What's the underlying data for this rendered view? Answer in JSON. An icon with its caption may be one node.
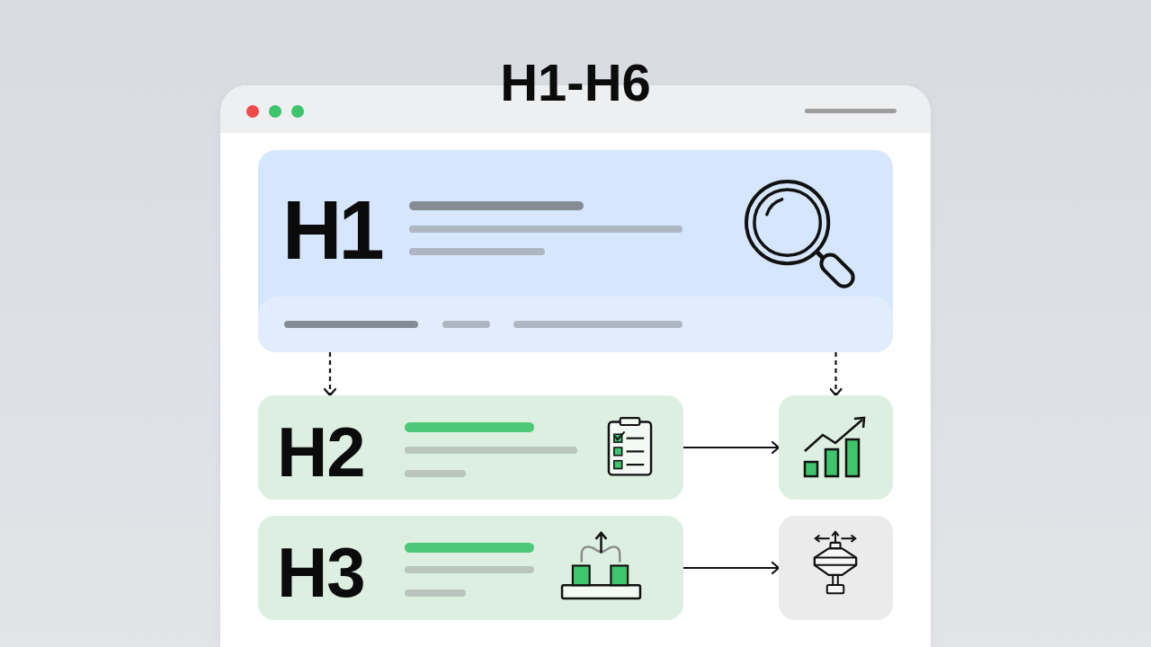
{
  "diagram": {
    "title": "H1-H6",
    "nodes": [
      {
        "text": [
          "H1"
        ]
      },
      {
        "text": [
          "H2"
        ]
      },
      {
        "text": [],
        "shape": "picture"
      },
      {
        "text": [
          "H3"
        ]
      },
      {
        "text": [],
        "shape": "picture"
      }
    ],
    "edges": [
      {
        "from": 0,
        "to": 1,
        "arrow": "to",
        "style": "dashed"
      },
      {
        "from": 0,
        "to": 2,
        "arrow": "to",
        "style": "dashed"
      },
      {
        "from": 1,
        "to": 2,
        "arrow": "to"
      },
      {
        "from": 3,
        "to": 4,
        "arrow": "to"
      }
    ]
  }
}
